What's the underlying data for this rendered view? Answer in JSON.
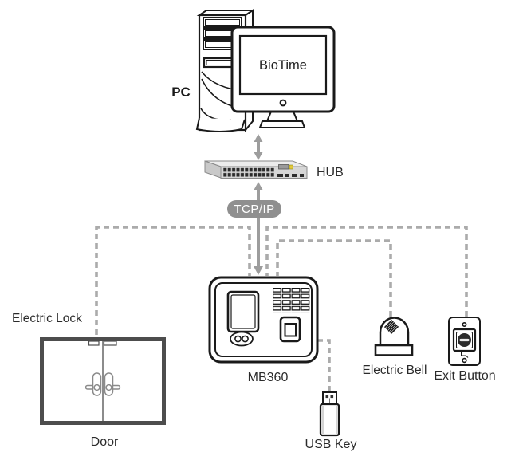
{
  "diagram": {
    "type": "device-connection-topology",
    "nodes": {
      "pc": {
        "label": "PC",
        "screen_text": "BioTime"
      },
      "hub": {
        "label": "HUB"
      },
      "protocol": {
        "label": "TCP/IP"
      },
      "device": {
        "label": "MB360"
      },
      "electric_lock": {
        "label": "Electric Lock"
      },
      "door": {
        "label": "Door"
      },
      "usb_key": {
        "label": "USB Key"
      },
      "electric_bell": {
        "label": "Electric Bell"
      },
      "exit_button": {
        "label": "Exit Button"
      }
    },
    "connections": [
      {
        "from": "pc",
        "to": "hub",
        "style": "solid-double-arrow"
      },
      {
        "from": "hub",
        "to": "device",
        "via": "TCP/IP",
        "style": "solid-arrow"
      },
      {
        "from": "device",
        "to": "electric_lock",
        "style": "dashed"
      },
      {
        "from": "device",
        "to": "exit_button",
        "style": "dashed"
      },
      {
        "from": "device",
        "to": "electric_bell",
        "style": "dashed"
      },
      {
        "from": "device",
        "to": "usb_key",
        "style": "dashed"
      }
    ],
    "colors": {
      "outline": "#1a1a1a",
      "door_outline": "#4d4d4d",
      "arrow_gray": "#9d9d9d",
      "dash_gray": "#ababab",
      "badge_bg": "#8f8f8f",
      "badge_text": "#ffffff",
      "hub_front": "#d6d6d6",
      "hub_top": "#ececec",
      "hub_side": "#c9c9c9",
      "hub_ports": "#2b2b2b",
      "hub_accent_yellow": "#e3c93c",
      "label_text": "#2b2b2b"
    }
  }
}
